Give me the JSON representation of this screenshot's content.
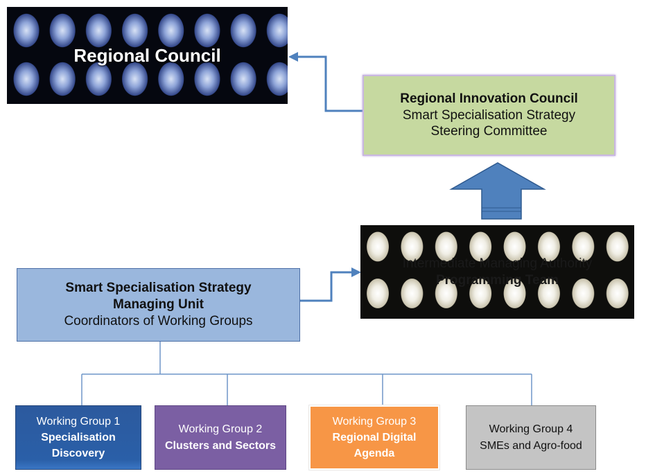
{
  "regional_council": {
    "title": "Regional Council"
  },
  "innovation_council": {
    "title": "Regional Innovation Council",
    "line1": "Smart Specialisation Strategy",
    "line2": "Steering Committee"
  },
  "managing_authority": {
    "line1": "Intermediate Managing Authority",
    "line2": "Programming Team"
  },
  "managing_unit": {
    "line1": "Smart Specialisation Strategy",
    "line2": "Managing Unit",
    "line3": "Coordinators of Working Groups"
  },
  "working_groups": [
    {
      "label": "Working Group  1",
      "name": "Specialisation Discovery"
    },
    {
      "label": "Working Group  2",
      "name": "Clusters and Sectors"
    },
    {
      "label": "Working Group  3",
      "name": "Regional Digital Agenda"
    },
    {
      "label": "Working Group  4",
      "name": "SMEs and Agro-food"
    }
  ],
  "colors": {
    "arrow": "#4f81bd",
    "connector": "#6f95c8",
    "innovation_council_fill": "#c6d9a0",
    "managing_unit_fill": "#9ab7dd",
    "wg1": "#2a5fa8",
    "wg2": "#7b5fa3",
    "wg3": "#f79646",
    "wg4": "#c4c4c4"
  }
}
